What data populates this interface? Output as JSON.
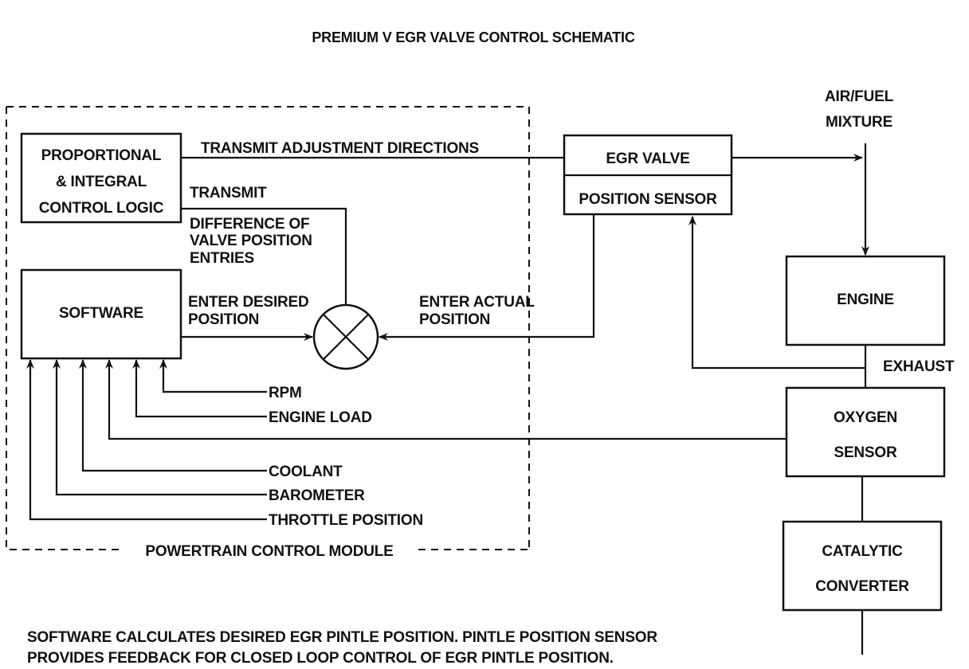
{
  "title": "PREMIUM V EGR VALVE CONTROL SCHEMATIC",
  "module_label": "POWERTRAIN CONTROL MODULE",
  "boxes": {
    "pi_logic": [
      "PROPORTIONAL",
      "& INTEGRAL",
      "CONTROL LOGIC"
    ],
    "software": "SOFTWARE",
    "egr_valve": "EGR VALVE",
    "position_sensor": "POSITION SENSOR",
    "engine": "ENGINE",
    "oxygen_sensor": [
      "OXYGEN",
      "SENSOR"
    ],
    "catalytic_converter": [
      "CATALYTIC",
      "CONVERTER"
    ]
  },
  "labels": {
    "transmit_adjustment": "TRANSMIT ADJUSTMENT DIRECTIONS",
    "transmit_difference": [
      "TRANSMIT",
      "DIFFERENCE OF",
      "VALVE POSITION",
      "ENTRIES"
    ],
    "enter_desired": [
      "ENTER DESIRED",
      "POSITION"
    ],
    "enter_actual": [
      "ENTER ACTUAL",
      "POSITION"
    ],
    "air_fuel": [
      "AIR/FUEL",
      "MIXTURE"
    ],
    "exhaust": "EXHAUST"
  },
  "inputs": [
    "RPM",
    "ENGINE LOAD",
    "COOLANT",
    "BAROMETER",
    "THROTTLE POSITION"
  ],
  "footnote": [
    "SOFTWARE CALCULATES DESIRED EGR PINTLE POSITION.  PINTLE POSITION SENSOR",
    "PROVIDES FEEDBACK FOR CLOSED LOOP CONTROL OF EGR PINTLE POSITION."
  ]
}
